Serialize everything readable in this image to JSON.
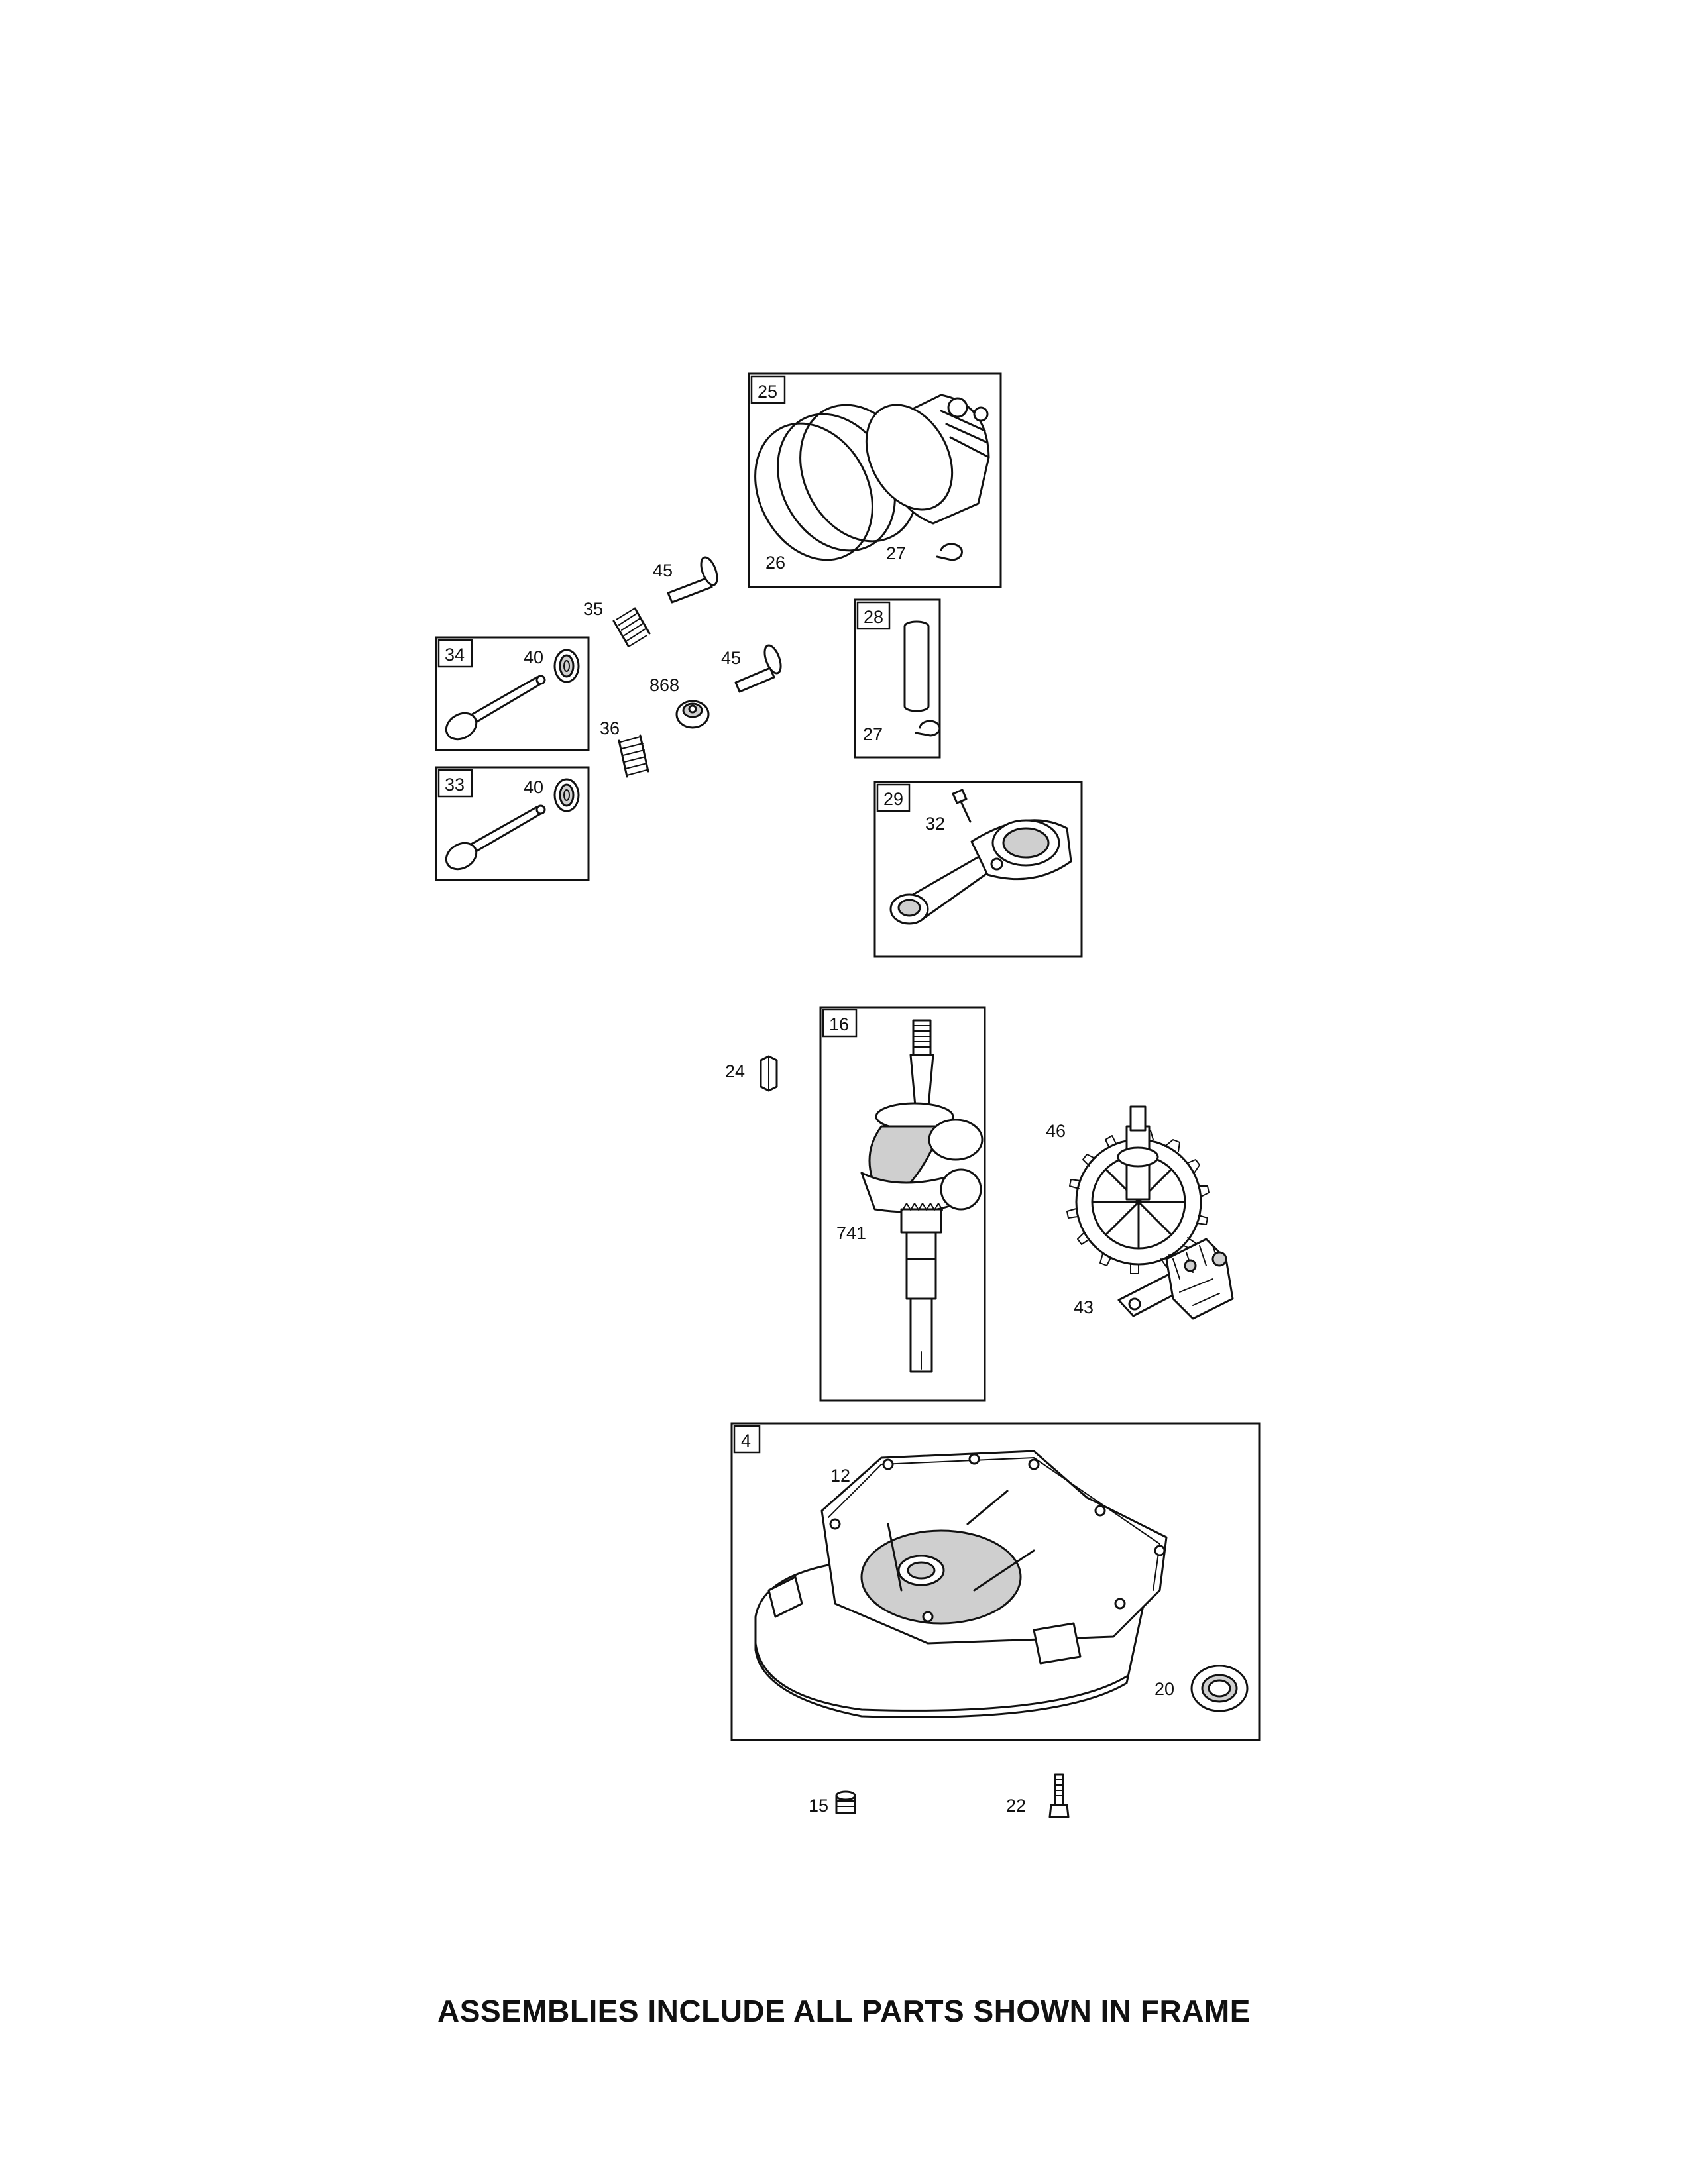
{
  "assemblies": {
    "piston": "25",
    "piston_pin": "28",
    "connecting_rod": "29",
    "intake_valve": "34",
    "exhaust_valve": "33",
    "crankshaft": "16",
    "sump": "4"
  },
  "labels": {
    "rings": "26",
    "retainer_a": "27",
    "retainer_b": "27",
    "tappet_a": "45",
    "tappet_b": "45",
    "spring_a": "35",
    "spring_b": "36",
    "keeper_a": "40",
    "keeper_b": "40",
    "seal_cap": "868",
    "rod_bolt": "32",
    "key": "24",
    "gear": "741",
    "camshaft": "46",
    "governor": "43",
    "gasket": "12",
    "oil_seal": "20",
    "plug": "15",
    "screw": "22"
  },
  "footer": "ASSEMBLIES INCLUDE ALL PARTS SHOWN IN FRAME"
}
